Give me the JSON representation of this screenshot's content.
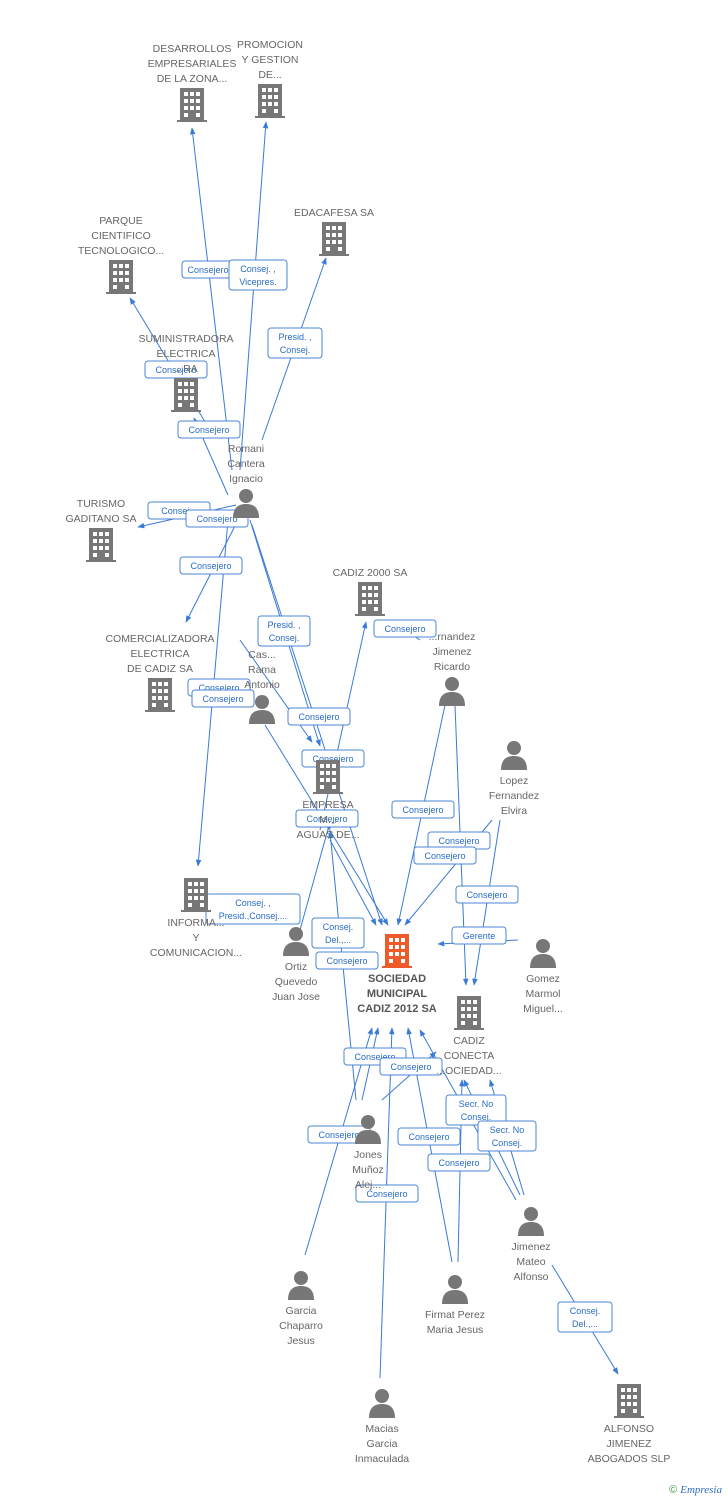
{
  "colors": {
    "company": "#777777",
    "main_company": "#ee5a2a",
    "person": "#777777",
    "edge": "#3a7bd5",
    "label": "#666666"
  },
  "nodes": [
    {
      "id": "n_desarrollos",
      "type": "company",
      "lines": [
        "DESARROLLOS",
        "EMPRESARIALES",
        "DE LA ZONA..."
      ]
    },
    {
      "id": "n_promocion",
      "type": "company",
      "lines": [
        "PROMOCION",
        "Y GESTION",
        "DE..."
      ]
    },
    {
      "id": "n_edacafesa",
      "type": "company",
      "lines": [
        "EDACAFESA SA"
      ]
    },
    {
      "id": "n_parque",
      "type": "company",
      "lines": [
        "PARQUE",
        "CIENTIFICO",
        "TECNOLOGICO..."
      ]
    },
    {
      "id": "n_suministradora",
      "type": "company",
      "lines": [
        "SUMINISTRADORA",
        "ELECTRICA",
        "...RA"
      ]
    },
    {
      "id": "n_romani",
      "type": "person",
      "lines": [
        "Romani",
        "Cantera",
        "Ignacio"
      ]
    },
    {
      "id": "n_turismo",
      "type": "company",
      "lines": [
        "TURISMO",
        "GADITANO SA"
      ]
    },
    {
      "id": "n_cadiz2000",
      "type": "company",
      "lines": [
        "CADIZ 2000 SA"
      ]
    },
    {
      "id": "n_fernandez",
      "type": "person",
      "lines": [
        "...rnandez",
        "Jimenez",
        "Ricardo"
      ]
    },
    {
      "id": "n_comercializadora",
      "type": "company",
      "lines": [
        "COMERCIALIZADORA",
        "ELECTRICA",
        "DE CADIZ SA"
      ]
    },
    {
      "id": "n_castro",
      "type": "person",
      "lines": [
        "Cas...",
        "Rama",
        "Antonio"
      ]
    },
    {
      "id": "n_lopez",
      "type": "person",
      "lines": [
        "Lopez",
        "Fernandez",
        "Elvira"
      ]
    },
    {
      "id": "n_empresa",
      "type": "company",
      "lines": [
        "EMPRESA",
        "M...",
        "AGUAS DE..."
      ]
    },
    {
      "id": "n_informacion",
      "type": "company",
      "lines": [
        "INFORMA...",
        "Y",
        "COMUNICACION..."
      ]
    },
    {
      "id": "n_ortiz",
      "type": "person",
      "lines": [
        "Ortiz",
        "Quevedo",
        "Juan Jose"
      ]
    },
    {
      "id": "n_main",
      "type": "main",
      "lines": [
        "SOCIEDAD",
        "MUNICIPAL",
        "CADIZ 2012 SA"
      ]
    },
    {
      "id": "n_gomez",
      "type": "person",
      "lines": [
        "Gomez",
        "Marmol",
        "Miguel..."
      ]
    },
    {
      "id": "n_cadizconecta",
      "type": "company",
      "lines": [
        "CADIZ",
        "CONECTA",
        "...OCIEDAD..."
      ]
    },
    {
      "id": "n_jones",
      "type": "person",
      "lines": [
        "Jones",
        "Muñoz",
        "Alej..."
      ]
    },
    {
      "id": "n_jimenez",
      "type": "person",
      "lines": [
        "Jimenez",
        "Mateo",
        "Alfonso"
      ]
    },
    {
      "id": "n_garcia",
      "type": "person",
      "lines": [
        "Garcia",
        "Chaparro",
        "Jesus"
      ]
    },
    {
      "id": "n_firmat",
      "type": "person",
      "lines": [
        "Firmat Perez",
        "Maria Jesus"
      ]
    },
    {
      "id": "n_macias",
      "type": "person",
      "lines": [
        "Macias",
        "Garcia",
        "Inmaculada"
      ]
    },
    {
      "id": "n_alfonso",
      "type": "company",
      "lines": [
        "ALFONSO",
        "JIMENEZ",
        "ABOGADOS SLP"
      ]
    }
  ],
  "edge_labels": [
    {
      "id": "e1",
      "lines": [
        "Consejero"
      ]
    },
    {
      "id": "e2",
      "lines": [
        "Consej. ,",
        "Vicepres."
      ]
    },
    {
      "id": "e3",
      "lines": [
        "Presid. ,",
        "Consej."
      ]
    },
    {
      "id": "e4",
      "lines": [
        "Consejero"
      ]
    },
    {
      "id": "e5",
      "lines": [
        "Consejero"
      ]
    },
    {
      "id": "e6",
      "lines": [
        "Consej..."
      ]
    },
    {
      "id": "e7",
      "lines": [
        "Consejero"
      ]
    },
    {
      "id": "e8",
      "lines": [
        "Consejero"
      ]
    },
    {
      "id": "e9",
      "lines": [
        "Presid. ,",
        "Consej."
      ]
    },
    {
      "id": "e10",
      "lines": [
        "Consejero"
      ]
    },
    {
      "id": "e11",
      "lines": [
        "Consejero"
      ]
    },
    {
      "id": "e12",
      "lines": [
        "Consejero"
      ]
    },
    {
      "id": "e13",
      "lines": [
        "Consejero"
      ]
    },
    {
      "id": "e14",
      "lines": [
        "Consejero"
      ]
    },
    {
      "id": "e15",
      "lines": [
        "Consejero"
      ]
    },
    {
      "id": "e16",
      "lines": [
        "Consejero"
      ]
    },
    {
      "id": "e17",
      "lines": [
        "Consejero"
      ]
    },
    {
      "id": "e18",
      "lines": [
        "Consejero"
      ]
    },
    {
      "id": "e19",
      "lines": [
        "Consej. ,",
        "Presid.,Consej...."
      ]
    },
    {
      "id": "e20",
      "lines": [
        "Consejero"
      ]
    },
    {
      "id": "e21",
      "lines": [
        "Consej.",
        "Del.,..."
      ]
    },
    {
      "id": "e22",
      "lines": [
        "Consejero"
      ]
    },
    {
      "id": "e23",
      "lines": [
        "Gerente"
      ]
    },
    {
      "id": "e24",
      "lines": [
        "Consejero"
      ]
    },
    {
      "id": "e25",
      "lines": [
        "Consejero"
      ]
    },
    {
      "id": "e26",
      "lines": [
        "Secr. No",
        "Consej."
      ]
    },
    {
      "id": "e27",
      "lines": [
        "Secr. No",
        "Consej."
      ]
    },
    {
      "id": "e28",
      "lines": [
        "Consejero"
      ]
    },
    {
      "id": "e29",
      "lines": [
        "Consejero"
      ]
    },
    {
      "id": "e30",
      "lines": [
        "Consejero"
      ]
    },
    {
      "id": "e31",
      "lines": [
        "Consejero"
      ]
    },
    {
      "id": "e32",
      "lines": [
        "Consej.",
        "Del.,..."
      ]
    }
  ],
  "footer": {
    "copyright": "©",
    "brand": "Empresia"
  }
}
